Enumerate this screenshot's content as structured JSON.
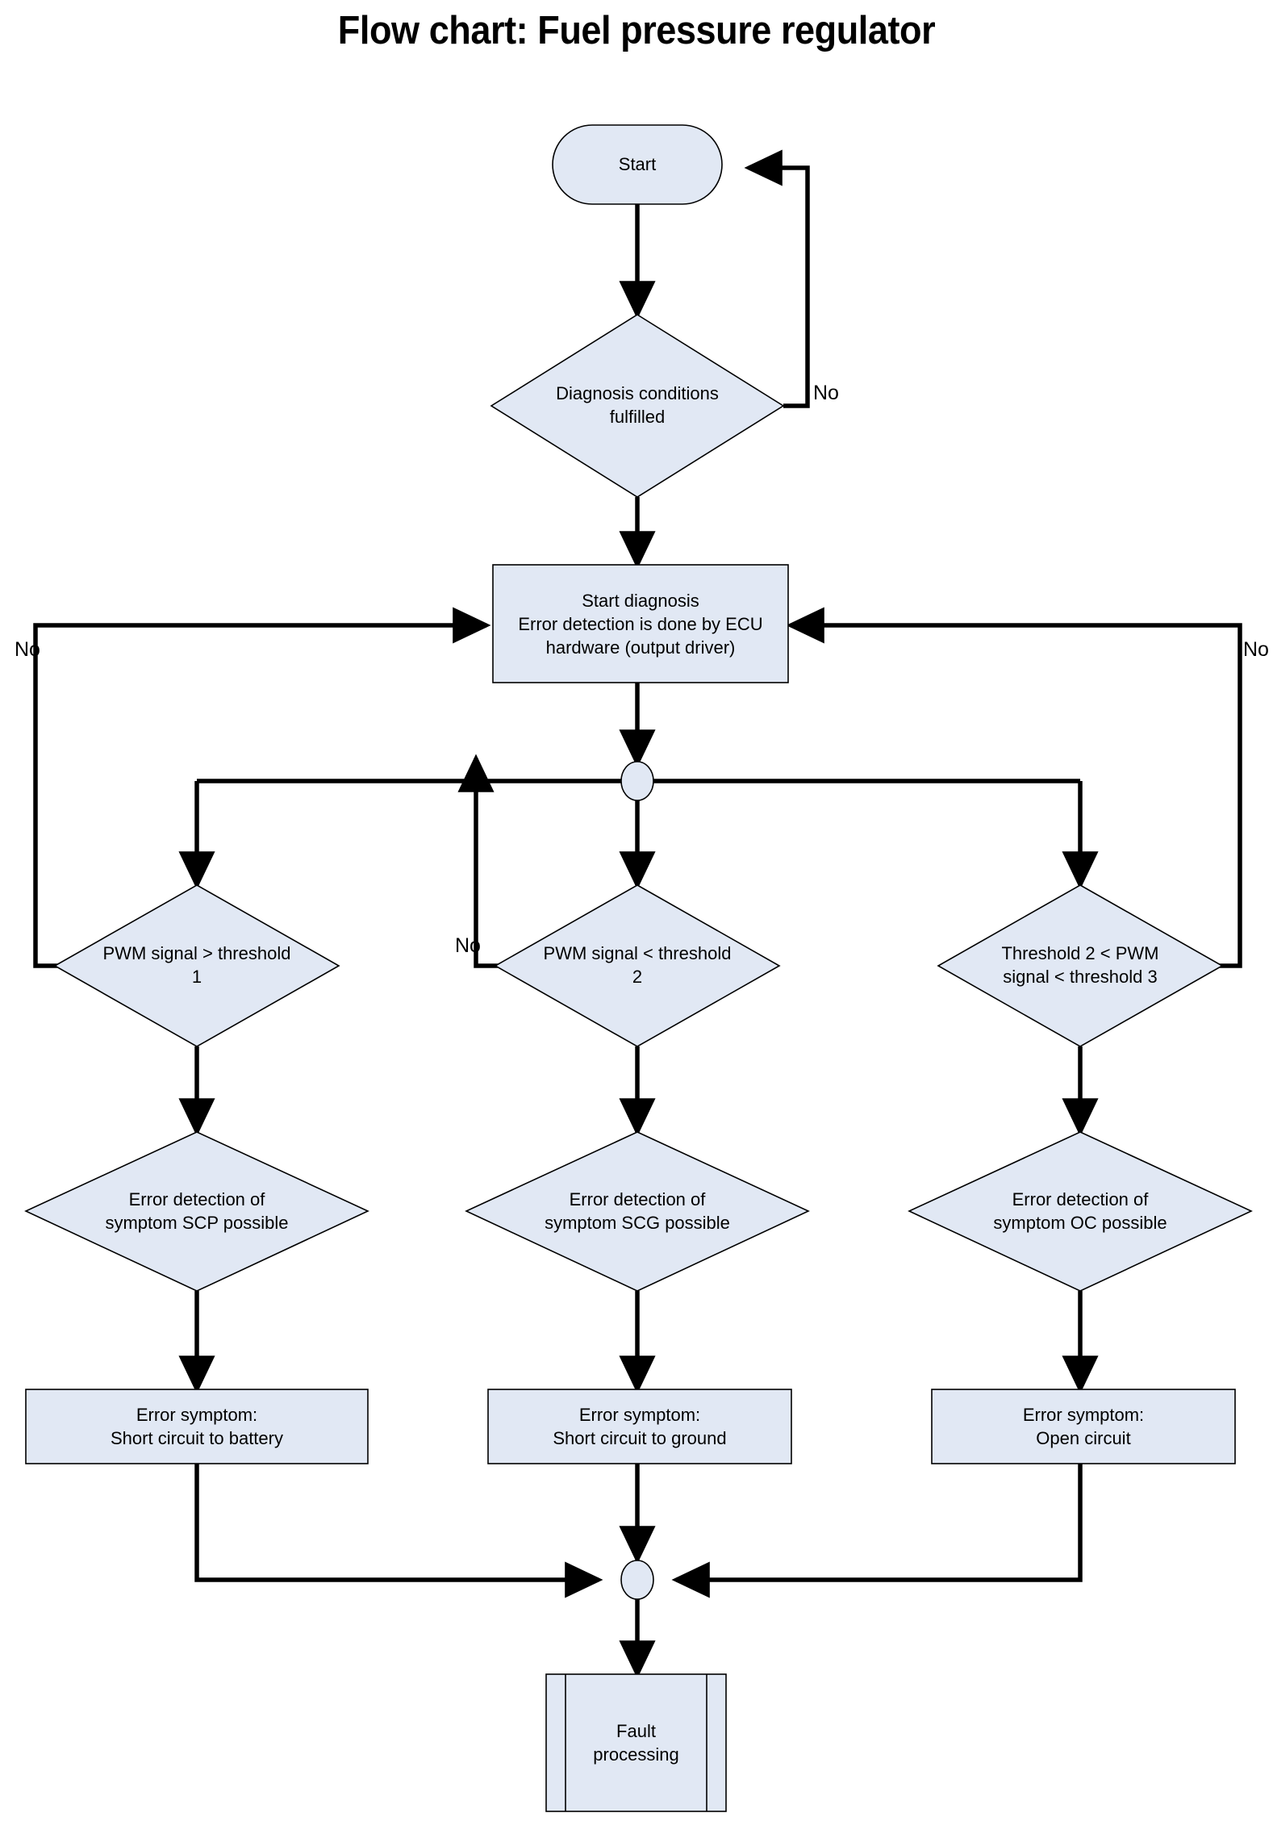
{
  "title": "Flow chart: Fuel pressure regulator",
  "style": {
    "node_fill": "#e1e8f4",
    "node_stroke": "#000000",
    "edge_color": "#000000",
    "background": "#ffffff",
    "text_color": "#000000"
  },
  "nodes": {
    "start": {
      "label": "Start",
      "shape": "terminator"
    },
    "diagnosis_conditions": {
      "label": "Diagnosis conditions\nfulfilled",
      "shape": "decision"
    },
    "start_diagnosis": {
      "label": "Start diagnosis\nError detection is done by ECU\nhardware (output driver)",
      "shape": "process"
    },
    "fork_junction": {
      "label": "",
      "shape": "junction"
    },
    "pwm_gt_t1": {
      "label": "PWM signal > threshold\n1",
      "shape": "decision"
    },
    "pwm_lt_t2": {
      "label": "PWM signal < threshold\n2",
      "shape": "decision"
    },
    "t2_lt_pwm_lt_t3": {
      "label": "Threshold 2 < PWM\nsignal < threshold 3",
      "shape": "decision"
    },
    "scp_possible": {
      "label": "Error detection of\nsymptom SCP possible",
      "shape": "decision"
    },
    "scg_possible": {
      "label": "Error detection of\nsymptom SCG possible",
      "shape": "decision"
    },
    "oc_possible": {
      "label": "Error detection of\nsymptom OC possible",
      "shape": "decision"
    },
    "symptom_scp": {
      "label": "Error symptom:\nShort circuit to battery",
      "shape": "process"
    },
    "symptom_scg": {
      "label": "Error symptom:\nShort circuit to ground",
      "shape": "process"
    },
    "symptom_oc": {
      "label": "Error symptom:\nOpen circuit",
      "shape": "process"
    },
    "merge_junction": {
      "label": "",
      "shape": "junction"
    },
    "fault_processing": {
      "label": "Fault\nprocessing",
      "shape": "predefined-process"
    }
  },
  "edge_labels": {
    "diagnosis_no": "No",
    "pwm_gt_t1_no": "No",
    "pwm_lt_t2_no": "No",
    "t2_lt_pwm_lt_t3_no": "No"
  },
  "chart_data": {
    "type": "flowchart",
    "title": "Flow chart: Fuel pressure regulator",
    "edges": [
      {
        "from": "start",
        "to": "diagnosis_conditions",
        "label": ""
      },
      {
        "from": "diagnosis_conditions",
        "to": "start",
        "label": "No"
      },
      {
        "from": "diagnosis_conditions",
        "to": "start_diagnosis",
        "label": ""
      },
      {
        "from": "start_diagnosis",
        "to": "fork_junction",
        "label": ""
      },
      {
        "from": "fork_junction",
        "to": "pwm_gt_t1",
        "label": ""
      },
      {
        "from": "fork_junction",
        "to": "pwm_lt_t2",
        "label": ""
      },
      {
        "from": "fork_junction",
        "to": "t2_lt_pwm_lt_t3",
        "label": ""
      },
      {
        "from": "pwm_gt_t1",
        "to": "start_diagnosis",
        "label": "No"
      },
      {
        "from": "pwm_lt_t2",
        "to": "start_diagnosis",
        "label": "No"
      },
      {
        "from": "t2_lt_pwm_lt_t3",
        "to": "start_diagnosis",
        "label": "No"
      },
      {
        "from": "pwm_gt_t1",
        "to": "scp_possible",
        "label": ""
      },
      {
        "from": "pwm_lt_t2",
        "to": "scg_possible",
        "label": ""
      },
      {
        "from": "t2_lt_pwm_lt_t3",
        "to": "oc_possible",
        "label": ""
      },
      {
        "from": "scp_possible",
        "to": "symptom_scp",
        "label": ""
      },
      {
        "from": "scg_possible",
        "to": "symptom_scg",
        "label": ""
      },
      {
        "from": "oc_possible",
        "to": "symptom_oc",
        "label": ""
      },
      {
        "from": "symptom_scp",
        "to": "merge_junction",
        "label": ""
      },
      {
        "from": "symptom_scg",
        "to": "merge_junction",
        "label": ""
      },
      {
        "from": "symptom_oc",
        "to": "merge_junction",
        "label": ""
      },
      {
        "from": "merge_junction",
        "to": "fault_processing",
        "label": ""
      }
    ]
  }
}
